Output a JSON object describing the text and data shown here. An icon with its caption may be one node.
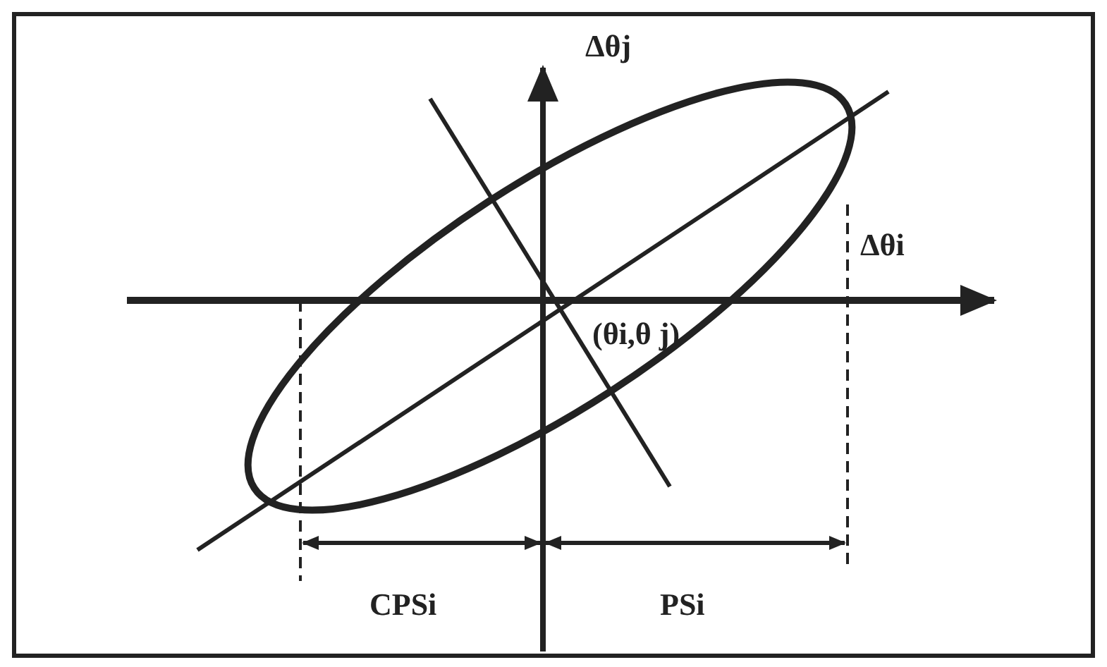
{
  "diagram": {
    "labels": [
      "Δθj",
      "Δθi",
      "(θi,θ j)",
      "CPSi",
      "PSi"
    ]
  }
}
